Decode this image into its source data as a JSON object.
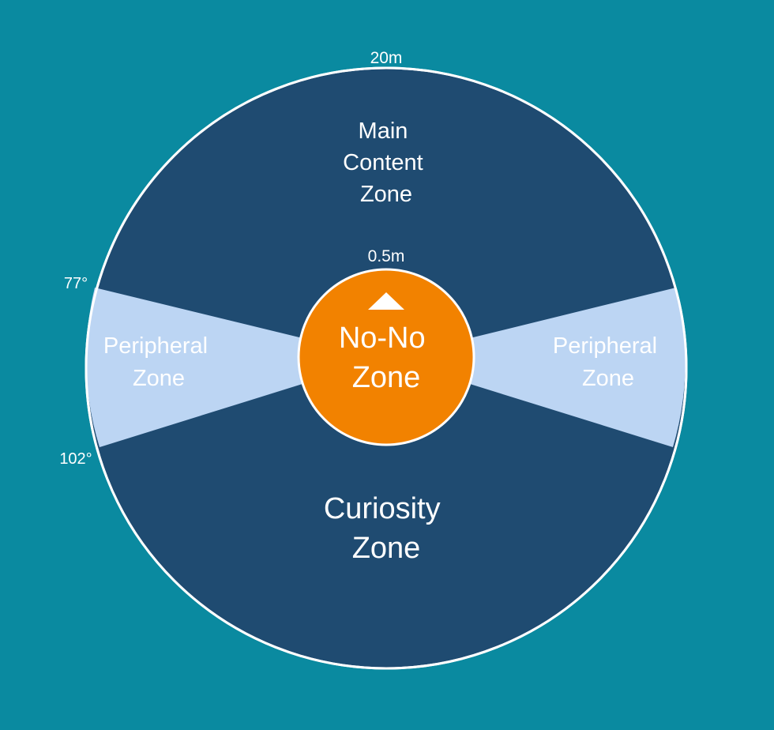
{
  "diagram": {
    "outer_radius_label": "20m",
    "inner_radius_label": "0.5m",
    "angle_upper_label": "77°",
    "angle_lower_label": "102°",
    "zones": {
      "main_content": [
        "Main",
        "Content",
        "Zone"
      ],
      "peripheral_left": [
        "Peripheral",
        "Zone"
      ],
      "peripheral_right": [
        "Peripheral",
        "Zone"
      ],
      "no_no": [
        "No-No",
        "Zone"
      ],
      "curiosity": [
        "Curiosity",
        "Zone"
      ]
    },
    "colors": {
      "background": "#0a8aa0",
      "main_zone": "#1f4b71",
      "peripheral_zone": "#bcd5f3",
      "no_no_zone": "#f28200",
      "outline": "#ffffff",
      "label": "#ffffff",
      "peripheral_label": "#ffffff"
    },
    "icons": {
      "direction_indicator": "triangle-up-icon"
    }
  }
}
